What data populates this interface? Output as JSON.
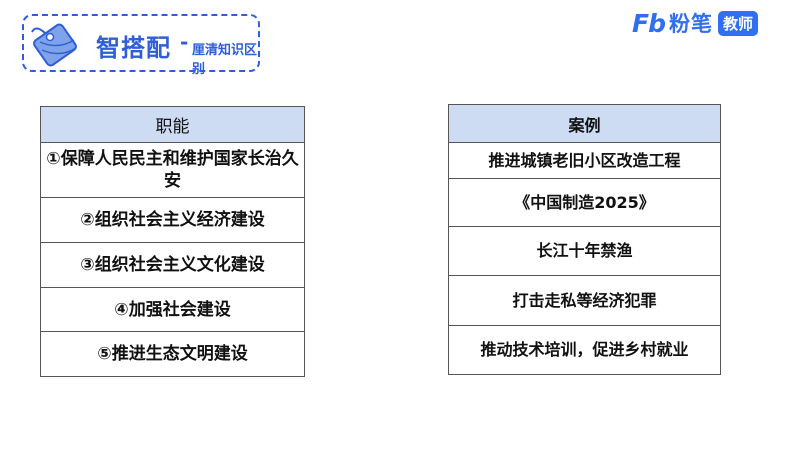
{
  "header": {
    "title_main": "智搭配",
    "title_dash": "-",
    "title_sub": "厘清知识区别",
    "accent_color": "#2f5fd6",
    "tag_icon": "price-tag-icon"
  },
  "logo": {
    "fb": "Fb",
    "name": "粉笔",
    "badge": "教师",
    "color": "#2f6ff0"
  },
  "left_table": {
    "header": "职能",
    "header_bg": "#cddbf3",
    "rows": [
      "①保障人民民主和维护国家长治久安",
      "②组织社会主义经济建设",
      "③组织社会主义文化建设",
      "④加强社会建设",
      "⑤推进生态文明建设"
    ]
  },
  "right_table": {
    "header": "案例",
    "header_bg": "#cddbf3",
    "rows": [
      "推进城镇老旧小区改造工程",
      "《中国制造2025》",
      "长江十年禁渔",
      "打击走私等经济犯罪",
      "推动技术培训，促进乡村就业"
    ]
  }
}
